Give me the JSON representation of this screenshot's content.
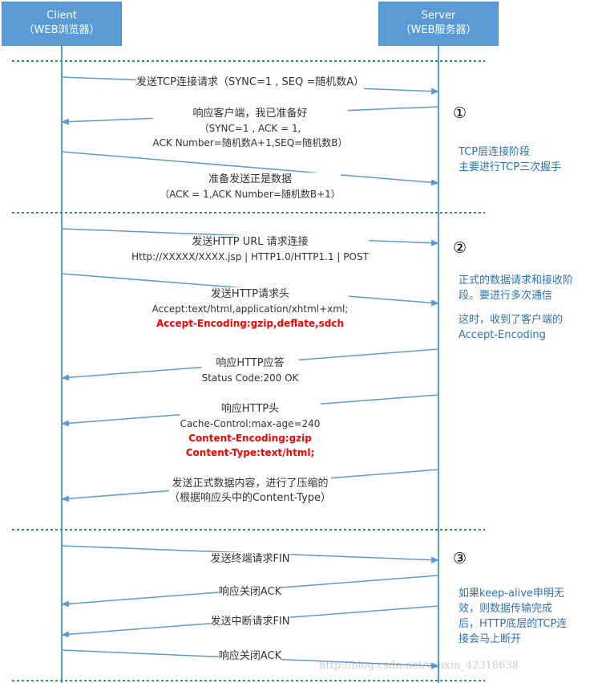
{
  "actors": {
    "client": {
      "name": "Client",
      "subtitle": "（WEB浏览器）"
    },
    "server": {
      "name": "Server",
      "subtitle": "（WEB服务器）"
    }
  },
  "colors": {
    "actor_fill": "#5b9bd5",
    "lifeline": "#5b9bd5",
    "separator": "#00b050",
    "note_text": "#2e74b5",
    "highlight_text": "#ff0000"
  },
  "phases": [
    {
      "marker": "①",
      "notes": [
        "TCP层连接阶段",
        "主要进行TCP三次握手"
      ]
    },
    {
      "marker": "②",
      "notes": [
        "正式的数据请求和接收阶",
        "段。要进行多次通信",
        "",
        "这时，收到了客户端的",
        "Accept-Encoding"
      ]
    },
    {
      "marker": "③",
      "notes": [
        "如果keep-alive申明无",
        "效，则数据传输完成",
        "后，HTTP底层的TCP连",
        "接会马上断开"
      ]
    }
  ],
  "messages": [
    {
      "dir": "c2s",
      "lines": [
        {
          "text": "发送TCP连接请求（SYNC=1 , SEQ =随机数A）",
          "style": "normal"
        }
      ]
    },
    {
      "dir": "s2c",
      "lines": [
        {
          "text": "响应客户端，我已准备好",
          "style": "normal"
        },
        {
          "text": "（SYNC=1 , ACK = 1,",
          "style": "small"
        },
        {
          "text": "ACK Number=随机数A+1,SEQ=随机数B）",
          "style": "small"
        }
      ]
    },
    {
      "dir": "c2s",
      "lines": [
        {
          "text": "准备发送正是数据",
          "style": "normal"
        },
        {
          "text": "（ACK = 1,ACK Number=随机数B+1）",
          "style": "small"
        }
      ]
    },
    {
      "dir": "c2s",
      "lines": [
        {
          "text": "发送HTTP URL 请求连接",
          "style": "normal"
        },
        {
          "text": "Http://XXXXX/XXXX.jsp | HTTP1.0/HTTP1.1 | POST",
          "style": "small"
        }
      ]
    },
    {
      "dir": "c2s",
      "lines": [
        {
          "text": "发送HTTP请求头",
          "style": "normal"
        },
        {
          "text": "Accept:text/html,application/xhtml+xml;",
          "style": "small"
        },
        {
          "text": "Accept-Encoding:gzip,deflate,sdch",
          "style": "red"
        }
      ]
    },
    {
      "dir": "s2c",
      "lines": [
        {
          "text": "响应HTTP应答",
          "style": "normal"
        },
        {
          "text": "Status Code:200 OK",
          "style": "small"
        }
      ]
    },
    {
      "dir": "s2c",
      "lines": [
        {
          "text": "响应HTTP头",
          "style": "normal"
        },
        {
          "text": "Cache-Control:max-age=240",
          "style": "small"
        },
        {
          "text": "Content-Encoding:gzip",
          "style": "red"
        },
        {
          "text": "Content-Type:text/html;",
          "style": "red"
        }
      ]
    },
    {
      "dir": "s2c",
      "lines": [
        {
          "text": "发送正式数据内容，进行了压缩的",
          "style": "normal"
        },
        {
          "text": "（根据响应头中的Content-Type）",
          "style": "normal"
        }
      ]
    },
    {
      "dir": "c2s",
      "lines": [
        {
          "text": "发送终端请求FIN",
          "style": "normal"
        }
      ]
    },
    {
      "dir": "s2c",
      "lines": [
        {
          "text": "响应关闭ACK",
          "style": "normal"
        }
      ]
    },
    {
      "dir": "s2c",
      "lines": [
        {
          "text": "发送中断请求FIN",
          "style": "normal"
        }
      ]
    },
    {
      "dir": "c2s",
      "lines": [
        {
          "text": "响应关闭ACK",
          "style": "normal"
        }
      ]
    }
  ],
  "watermark": "http://blog.csdn.net/weixin_42318638"
}
